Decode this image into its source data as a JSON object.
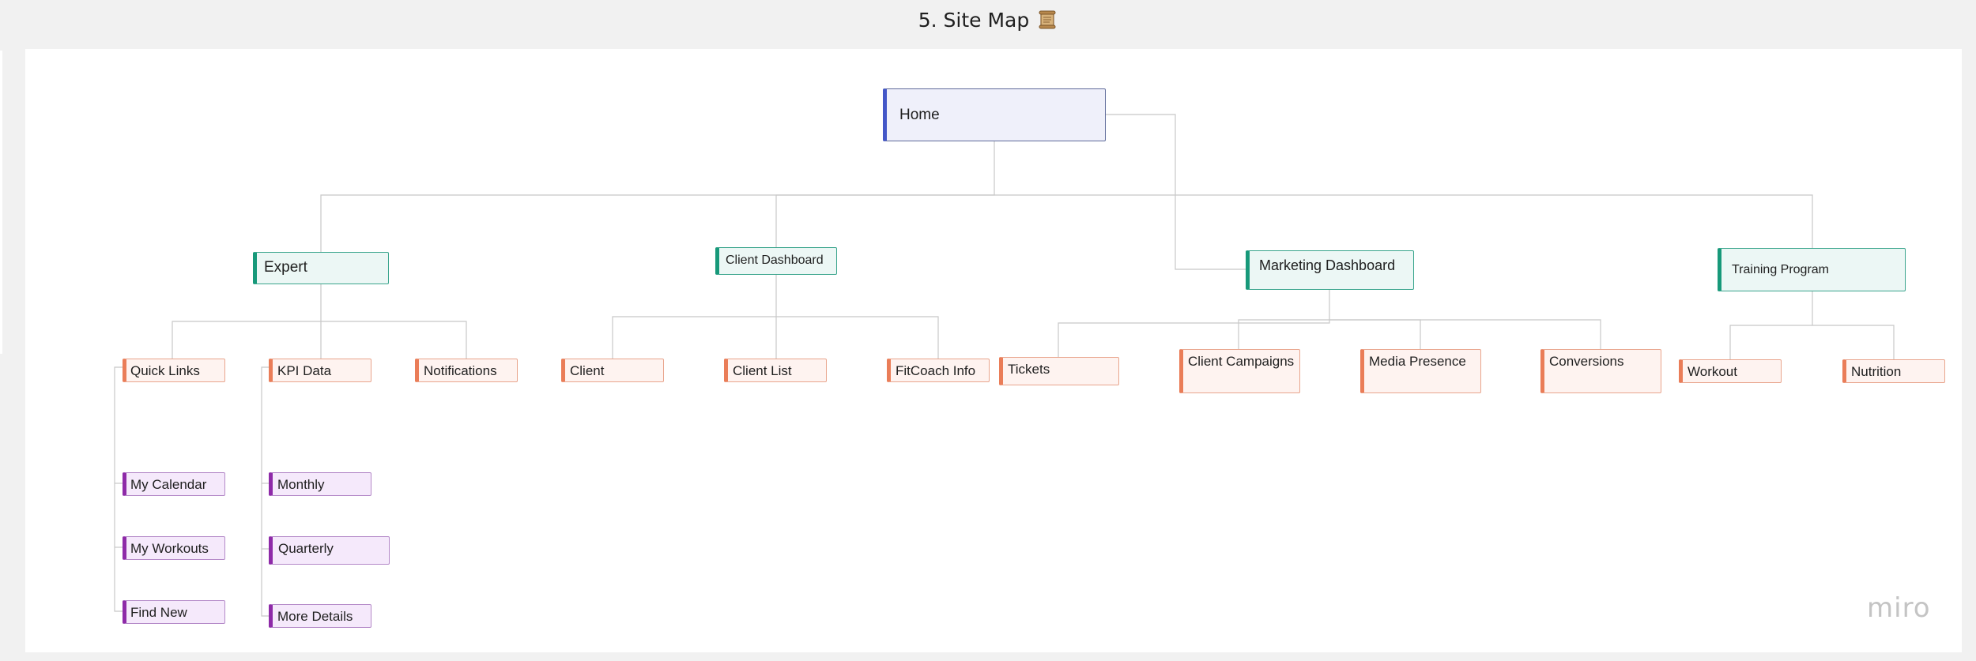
{
  "page": {
    "title": "5. Site Map"
  },
  "logo": {
    "text": "miro"
  },
  "colors": {
    "home_accent": "#4457c8",
    "section_accent": "#17997a",
    "page_accent": "#ea7d58",
    "subpage_accent": "#8e2aa8"
  },
  "sitemap": {
    "root": "Home",
    "sections": [
      {
        "label": "Expert",
        "pages": [
          {
            "label": "Quick Links",
            "subpages": [
              "My Calendar",
              "My Workouts",
              "Find New"
            ]
          },
          {
            "label": "KPI Data",
            "subpages": [
              "Monthly",
              "Quarterly",
              "More Details"
            ]
          },
          {
            "label": "Notifications"
          }
        ]
      },
      {
        "label": "Client Dashboard",
        "pages": [
          {
            "label": "Client"
          },
          {
            "label": "Client List"
          },
          {
            "label": "FitCoach Info"
          }
        ]
      },
      {
        "label": "Marketing Dashboard",
        "pages": [
          {
            "label": "Tickets"
          },
          {
            "label": "Client Campaigns"
          },
          {
            "label": "Media Presence"
          },
          {
            "label": "Conversions"
          }
        ]
      },
      {
        "label": "Training Program",
        "pages": [
          {
            "label": "Workout"
          },
          {
            "label": "Nutrition"
          }
        ]
      }
    ]
  }
}
